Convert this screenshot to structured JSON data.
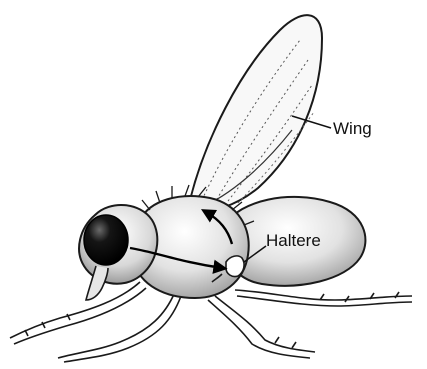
{
  "labels": {
    "wing": "Wing",
    "haltere": "Haltere"
  },
  "colors": {
    "outline": "#1a1a1a",
    "body_light": "#f2f2f2",
    "body_shade": "#b9b9b9",
    "eye": "#101010",
    "wing_fill": "#f7f7f7",
    "arrow": "#000000"
  },
  "icons": [
    "fly-illustration",
    "compound-eye-icon",
    "arrow-icon"
  ]
}
